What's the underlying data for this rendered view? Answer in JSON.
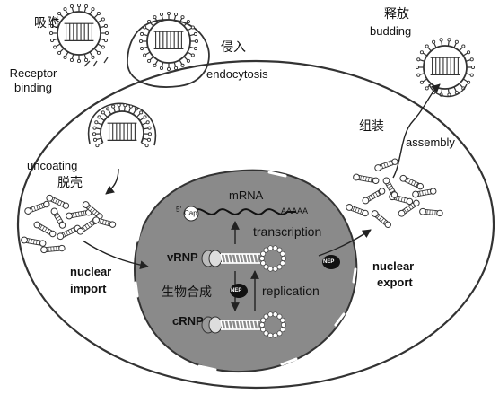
{
  "labels": {
    "receptor_binding_cn": "吸附",
    "receptor_binding_en_1": "Receptor",
    "receptor_binding_en_2": "binding",
    "endocytosis_cn": "侵入",
    "endocytosis_en": "endocytosis",
    "uncoating_en": "uncoating",
    "uncoating_cn": "脱壳",
    "nuclear_import_1": "nuclear",
    "nuclear_import_2": "import",
    "mrna": "mRNA",
    "cap_5": "5'",
    "cap": "Cap",
    "polya": "AAAAA",
    "transcription": "transcription",
    "vrnp": "vRNP",
    "synthesis_cn": "生物合成",
    "replication": "replication",
    "crnp": "cRNP",
    "nep": "NEP",
    "nuclear_export_1": "nuclear",
    "nuclear_export_2": "export",
    "assembly_cn": "组装",
    "assembly_en": "assembly",
    "budding_cn": "释放",
    "budding_en": "budding"
  },
  "colors": {
    "nucleus_fill": "#8a8a8a",
    "cell_outline": "#3a3a3a",
    "line": "#222222",
    "nep_fill": "#111111"
  }
}
